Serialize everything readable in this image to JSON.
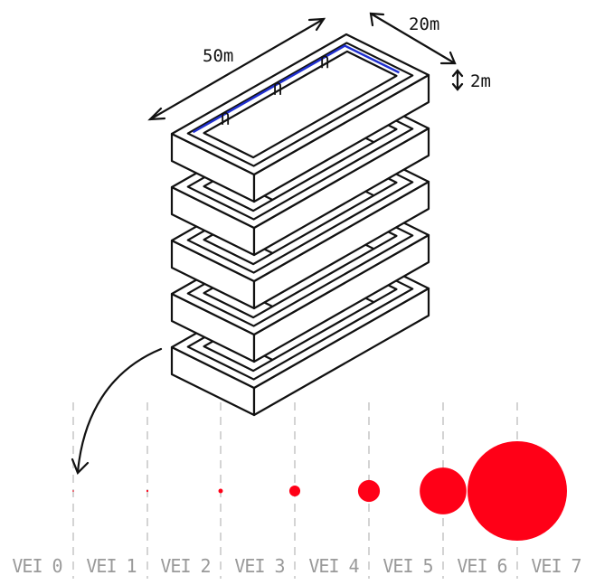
{
  "dimensions": {
    "length": "50m",
    "width": "20m",
    "height": "2m"
  },
  "tray_count": 5,
  "colors": {
    "bubble": "#ff0017",
    "rim": "#1f2fd0",
    "label": "#9a9a9a",
    "ink": "#111111",
    "grid": "#d4d4d4"
  },
  "scale": {
    "labels": [
      "VEI 0",
      "VEI 1",
      "VEI 2",
      "VEI 3",
      "VEI 4",
      "VEI 5",
      "VEI 6",
      "VEI 7"
    ],
    "bubble_relative_size": [
      0.01,
      0.02,
      0.045,
      0.11,
      0.22,
      0.47,
      1.0
    ]
  }
}
